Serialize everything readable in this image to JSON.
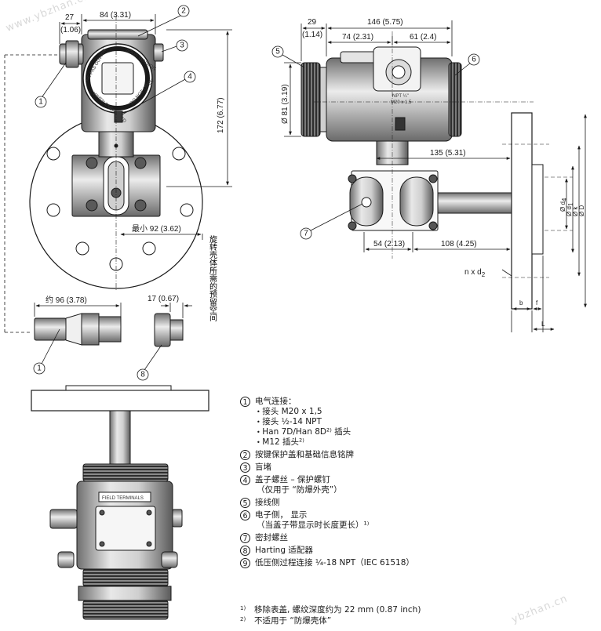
{
  "dimensions": {
    "d27": "27",
    "d106": "(1.06)",
    "d84": "84 (3.31)",
    "d172": "172 (6.77)",
    "d92": "最小 92 (3.62)",
    "rotate_note": "旋转壳体所需的预留空间",
    "d96": "约 96 (3.78)",
    "d17": "17 (0.67)",
    "d29": "29",
    "d114": "(1.14)",
    "d146": "146 (5.75)",
    "d74": "74 (2.31)",
    "d61": "61 (2.4)",
    "d81": "Ø 81 (3.19)",
    "d135": "135 (5.31)",
    "d54": "54 (2.13)",
    "d108": "108 (4.25)",
    "nd2": "n x d",
    "nd2_sub": "2",
    "d_diam": "Ø d",
    "d4_sub": "4",
    "d1_sub": "1",
    "dk": "Ø k",
    "dD": "Ø D",
    "b": "b",
    "f": "f",
    "L": "L"
  },
  "callouts": [
    "1",
    "2",
    "3",
    "4",
    "5",
    "6",
    "7",
    "8"
  ],
  "part_labels": {
    "cover1": "DO NOT OPEN",
    "cover2": "SOUS TENSION",
    "cover3": "NE PAS OUVRIR",
    "cover4": "WHEN ENERGIZED",
    "terminals": "FIELD TERMINALS",
    "npt": "NPT ¼\"",
    "m20": "M20 x 1.5"
  },
  "legend": [
    {
      "num": "1",
      "title": "电气连接：",
      "sub": [
        "接头 M20 x 1,5",
        "接头 ½-14 NPT",
        "Han 7D/Han 8D²⁾ 插头",
        "M12 插头²⁾"
      ],
      "cont": ""
    },
    {
      "num": "2",
      "title": "按键保护盖和基础信息铭牌",
      "sub": [],
      "cont": ""
    },
    {
      "num": "3",
      "title": "盲堵",
      "sub": [],
      "cont": ""
    },
    {
      "num": "4",
      "title": "盖子螺丝 – 保护螺钉",
      "sub": [],
      "cont": "（仅用于 “防爆外壳”）"
    },
    {
      "num": "5",
      "title": "接线侧",
      "sub": [],
      "cont": ""
    },
    {
      "num": "6",
      "title": "电子侧， 显示",
      "sub": [],
      "cont": "（当盖子带显示时长度更长）¹⁾"
    },
    {
      "num": "7",
      "title": "密封螺丝",
      "sub": [],
      "cont": ""
    },
    {
      "num": "8",
      "title": "Harting 适配器",
      "sub": [],
      "cont": ""
    },
    {
      "num": "9",
      "title": "低压侧过程连接 ¼-18 NPT（IEC 61518）",
      "sub": [],
      "cont": ""
    }
  ],
  "footnotes": [
    {
      "mark": "1)",
      "text": "移除表盖, 螺纹深度约为 22 mm (0.87 inch)"
    },
    {
      "mark": "2)",
      "text": "不适用于 “防爆壳体”"
    }
  ],
  "watermarks": [
    "www.ybzhan.cn",
    "ybzhan.cn"
  ]
}
